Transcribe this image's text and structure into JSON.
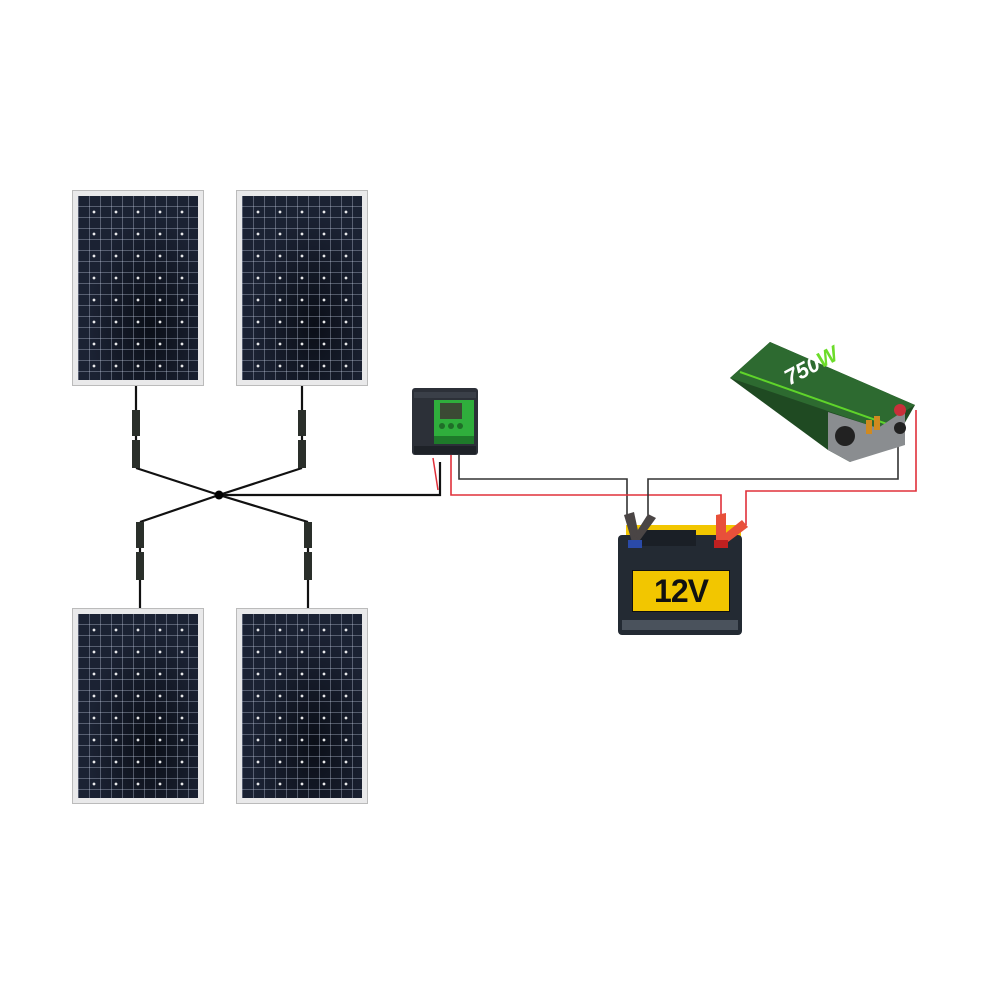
{
  "diagram": {
    "solar_panels": [
      "panel-1",
      "panel-2",
      "panel-3",
      "panel-4"
    ],
    "battery": {
      "label": "12V"
    },
    "inverter": {
      "label_number": "750",
      "label_unit": "W"
    },
    "colors": {
      "positive_wire": "#e0303a",
      "negative_wire": "#222222",
      "inverter_body": "#1f4a22",
      "battery_label": "#f2c600"
    }
  }
}
